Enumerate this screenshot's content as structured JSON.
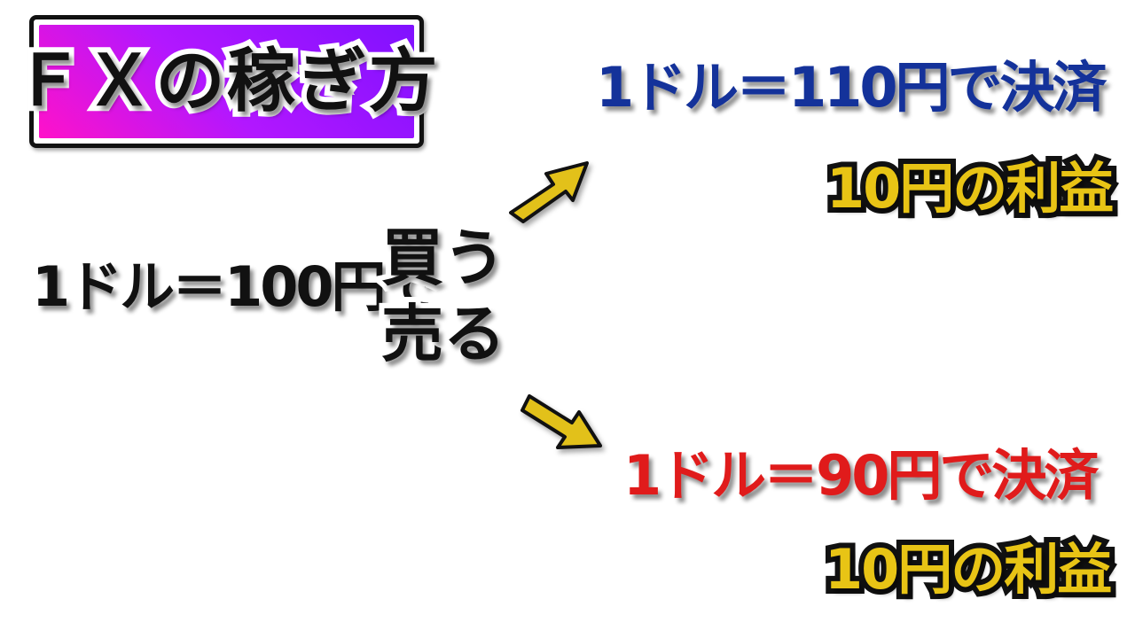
{
  "title": "ＦＸの稼ぎ方",
  "start_price": "1ドル＝100円で",
  "actions": {
    "buy": "買う",
    "sell": "売る"
  },
  "outcomes": {
    "up": {
      "settle": "1ドル＝110円で決済",
      "profit": "10円の利益",
      "icon": "arrow-up-right-icon"
    },
    "down": {
      "settle": "1ドル＝90円で決済",
      "profit": "10円の利益",
      "icon": "arrow-down-right-icon"
    }
  },
  "colors": {
    "title_gradient_start": "#ff12c9",
    "title_gradient_end": "#8011ff",
    "up_text": "#14329a",
    "down_text": "#e01b1b",
    "profit_text": "#e8c415",
    "arrow": "#e2c11a"
  }
}
